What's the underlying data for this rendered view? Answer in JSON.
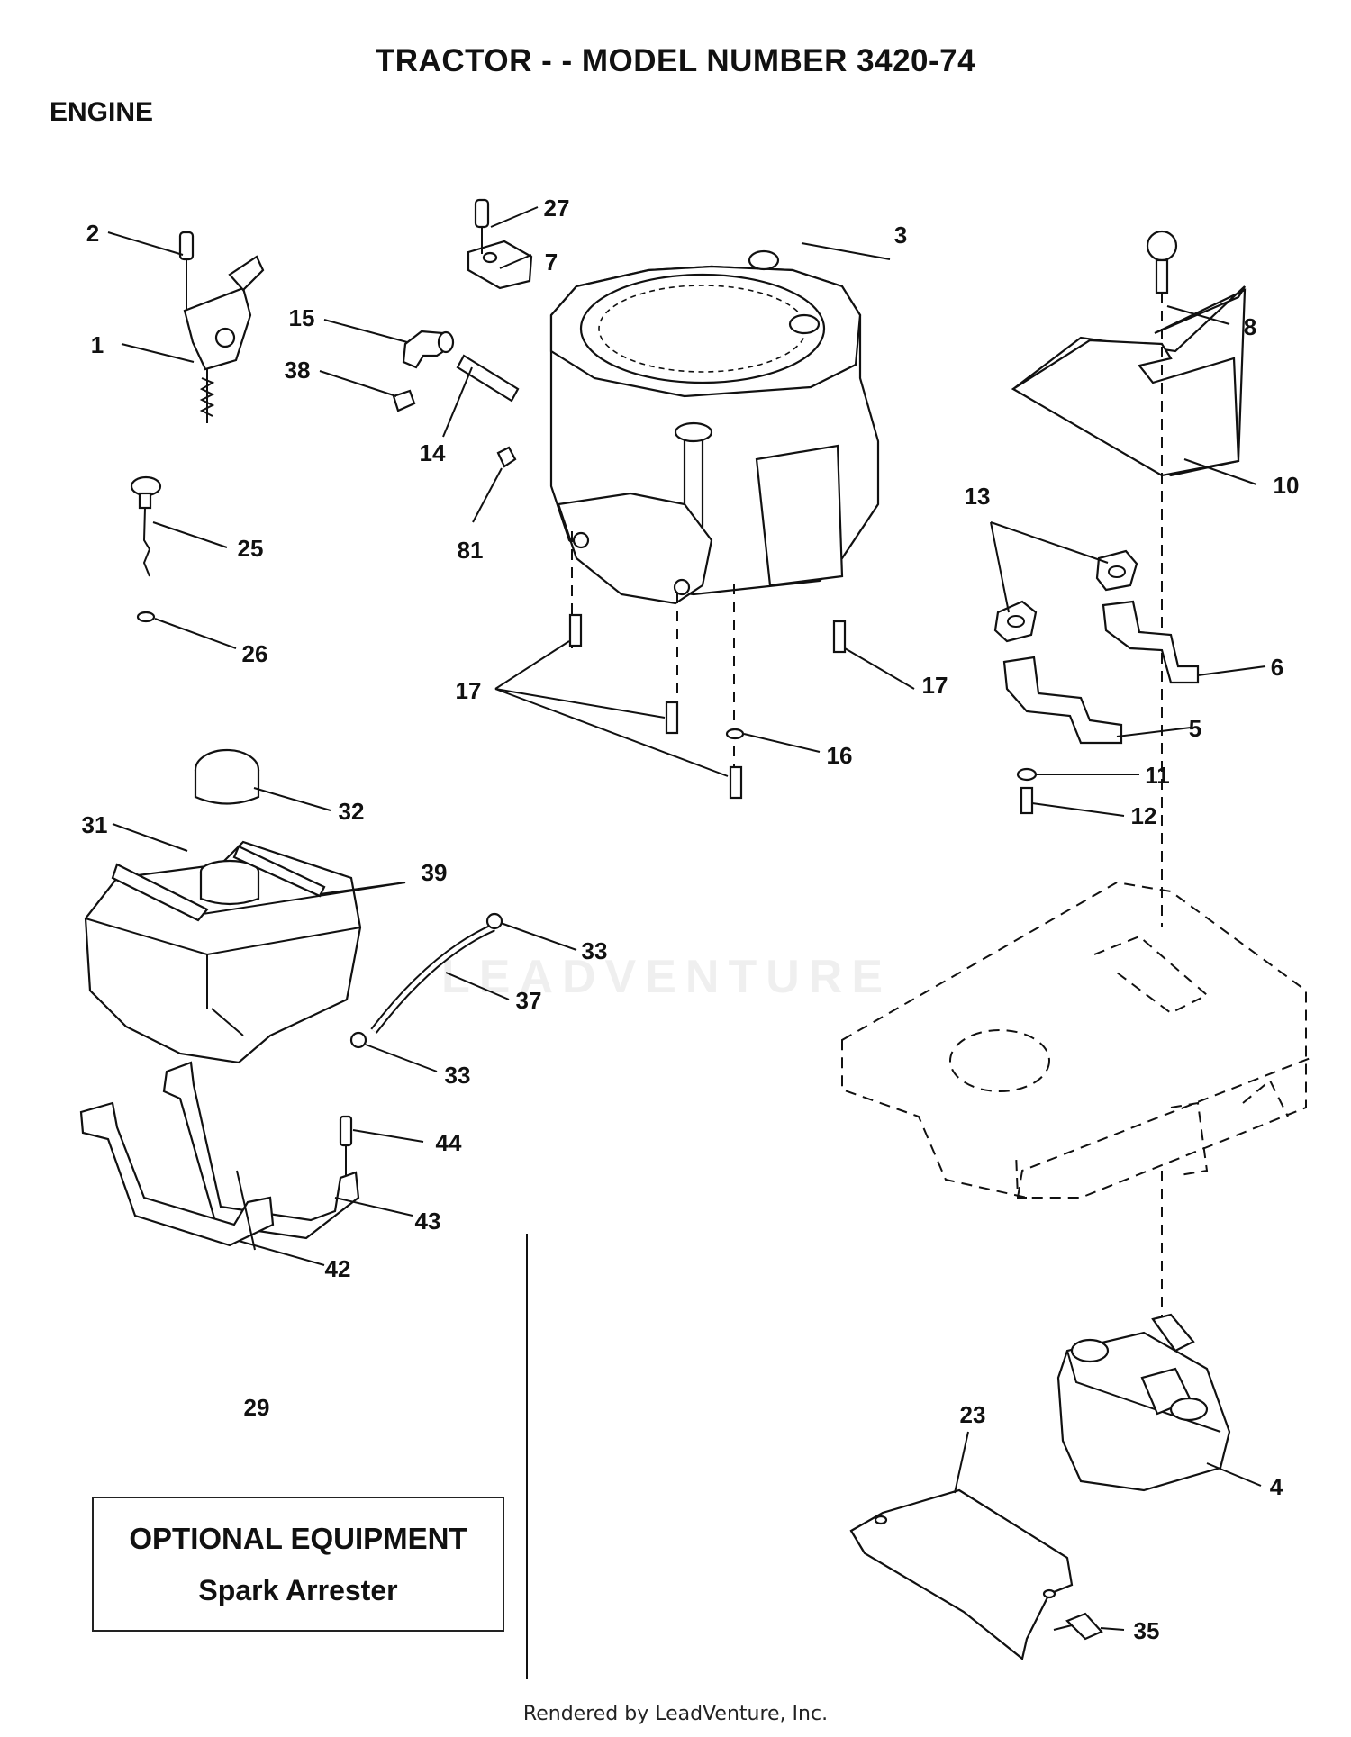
{
  "title": "TRACTOR - - MODEL NUMBER 3420-74",
  "section": "ENGINE",
  "callouts": [
    {
      "id": "c1",
      "label": "1"
    },
    {
      "id": "c2",
      "label": "2"
    },
    {
      "id": "c3",
      "label": "3"
    },
    {
      "id": "c4",
      "label": "4"
    },
    {
      "id": "c5",
      "label": "5"
    },
    {
      "id": "c6",
      "label": "6"
    },
    {
      "id": "c7",
      "label": "7"
    },
    {
      "id": "c8",
      "label": "8"
    },
    {
      "id": "c10",
      "label": "10"
    },
    {
      "id": "c11",
      "label": "11"
    },
    {
      "id": "c12",
      "label": "12"
    },
    {
      "id": "c13",
      "label": "13"
    },
    {
      "id": "c14",
      "label": "14"
    },
    {
      "id": "c15",
      "label": "15"
    },
    {
      "id": "c16",
      "label": "16"
    },
    {
      "id": "c17a",
      "label": "17"
    },
    {
      "id": "c17b",
      "label": "17"
    },
    {
      "id": "c23",
      "label": "23"
    },
    {
      "id": "c25",
      "label": "25"
    },
    {
      "id": "c26",
      "label": "26"
    },
    {
      "id": "c27",
      "label": "27"
    },
    {
      "id": "c29",
      "label": "29"
    },
    {
      "id": "c31",
      "label": "31"
    },
    {
      "id": "c32",
      "label": "32"
    },
    {
      "id": "c33a",
      "label": "33"
    },
    {
      "id": "c33b",
      "label": "33"
    },
    {
      "id": "c35",
      "label": "35"
    },
    {
      "id": "c37",
      "label": "37"
    },
    {
      "id": "c38",
      "label": "38"
    },
    {
      "id": "c39",
      "label": "39"
    },
    {
      "id": "c42",
      "label": "42"
    },
    {
      "id": "c43",
      "label": "43"
    },
    {
      "id": "c44",
      "label": "44"
    },
    {
      "id": "c81",
      "label": "81"
    }
  ],
  "optional_box": {
    "title": "OPTIONAL EQUIPMENT",
    "subtitle": "Spark Arrester"
  },
  "watermark": "LEADVENTURE",
  "footer": "Rendered by LeadVenture, Inc."
}
